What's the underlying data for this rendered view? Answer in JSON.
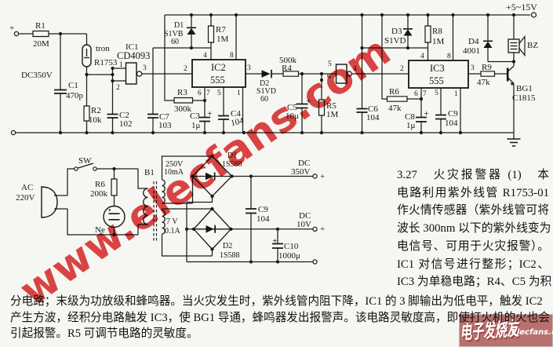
{
  "circuit": {
    "supply": {
      "vcc": "+5~15V",
      "input_plus": "+",
      "input_label": "DC350V"
    },
    "polarity_plus": "+",
    "components": {
      "r1": {
        "name": "R1",
        "value": "20M"
      },
      "c1": {
        "name": "C1",
        "value": "470p"
      },
      "uv_tube": {
        "type": "tron",
        "name": "R1753"
      },
      "r2": {
        "name": "R2",
        "value": "10k"
      },
      "ic1": {
        "name": "IC1",
        "value": "CD4093"
      },
      "c2": {
        "name": "C2",
        "value": "102"
      },
      "c7": {
        "name": "C7",
        "value": "103"
      },
      "d1": {
        "name": "D1",
        "value": "S1VB",
        "value2": "60"
      },
      "r7": {
        "name": "R7",
        "value": "1M"
      },
      "r3": {
        "name": "R3",
        "value": "300k"
      },
      "ic2": {
        "name": "IC2",
        "value": "555"
      },
      "c3": {
        "name": "C3",
        "value": "1μ"
      },
      "c4": {
        "name": "C4",
        "value": "104"
      },
      "d2": {
        "name": "D2",
        "value": "S1VD",
        "value2": "60"
      },
      "r4": {
        "name": "R4",
        "value": "500k"
      },
      "c5": {
        "name": "C5",
        "value": "10μ"
      },
      "r5": {
        "name": "R5",
        "value": "1M"
      },
      "c6": {
        "name": "C6",
        "value": "104"
      },
      "d3": {
        "name": "D3",
        "value": "S1VD"
      },
      "r8": {
        "name": "R8",
        "value": "1M"
      },
      "ic3": {
        "name": "IC3",
        "value": "555"
      },
      "r6b": {
        "name": "R6",
        "value": "47k"
      },
      "c8": {
        "name": "C8",
        "value": "1μ"
      },
      "c9": {
        "name": "C9",
        "value": "104"
      },
      "d4": {
        "name": "D4",
        "value": "4001"
      },
      "bz": {
        "name": "BZ"
      },
      "r9": {
        "name": "R9",
        "value": "47k"
      },
      "bg1": {
        "name": "BG1",
        "value": "C1815"
      }
    },
    "pins": {
      "gate1": {
        "in1": "1",
        "in2": "2",
        "out": "3"
      },
      "gate2": {
        "in1": "5",
        "in2": "6",
        "out": "4"
      },
      "ic2": {
        "reset": "4",
        "vcc": "8",
        "trig": "2",
        "out": "3",
        "thr": "6",
        "dis": "7",
        "ctl": "5",
        "gnd": "1"
      },
      "ic3": {
        "reset": "4",
        "vcc": "8",
        "trig": "2",
        "out": "3",
        "thr": "6",
        "dis": "7",
        "ctl": "5",
        "gnd": "1"
      }
    }
  },
  "psu": {
    "ac": {
      "line1": "AC",
      "line2": "220V"
    },
    "sw": "SW",
    "r6": {
      "name": "R6",
      "value": "200k"
    },
    "ne": "Ne",
    "b1": "B1",
    "sec1": {
      "v": "250V",
      "i": "10mA"
    },
    "sec2": {
      "v": "7 V",
      "i": "0.1A"
    },
    "d1": {
      "name": "D1",
      "value": "1S588"
    },
    "d2": {
      "name": "D2",
      "value": "1S588"
    },
    "c9": {
      "name": "C9",
      "value": "104"
    },
    "c10": {
      "name": "C10",
      "value": "1000μ"
    },
    "out350": {
      "l1": "DC",
      "l2": "350V",
      "plus": "+"
    },
    "out10": {
      "l1": "DC",
      "l2": "10V",
      "plus": "+"
    }
  },
  "description": {
    "column_lines": [
      "3.27　火灾报警器 (1)　本",
      "电路利用紫外线管 R1753-01",
      "作火情传感器（紫外线管可将",
      "波长 300nm 以下的紫外线变为",
      "电信号、可用于火灾报警）。",
      "IC1 对信号进行整形；IC2、",
      "IC3 为单稳电路；R4、C5 为积"
    ],
    "bottom_lines": [
      "分电路；末级为功放级和蜂鸣器。当火灾发生时，紫外线管内阻下降，IC1 的 3 脚输出为低电平，触发 IC2",
      "产生方波，经积分电路触发 IC3，使 BG1 导通，蜂鸣器发出报警声。该电路灵敏度高，即使打火机的火也会",
      "引起报警。R5 可调节电路的灵敏度。"
    ]
  },
  "watermark": {
    "diagonal": "www.elecfans.com",
    "corner_cn": "电子发烧友",
    "corner_en": "Elecfans.com",
    "color": "#e04646"
  }
}
